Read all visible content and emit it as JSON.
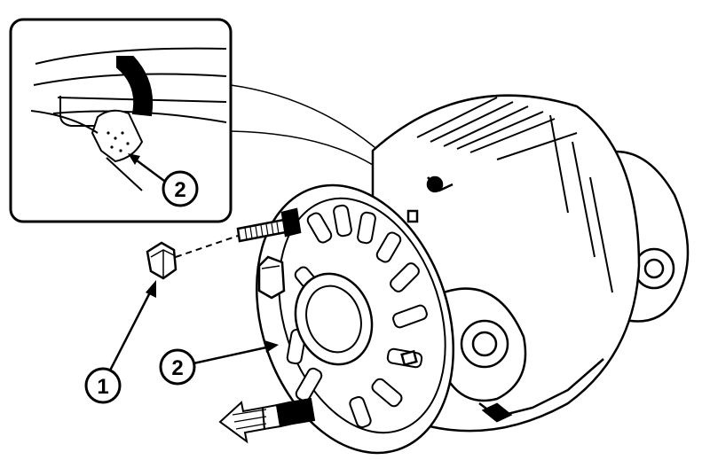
{
  "figure": {
    "parts": [
      {
        "number": "1",
        "component": "nut"
      },
      {
        "number": "2",
        "component": "terminal-cover"
      }
    ],
    "detail_inset": {
      "callout": "2"
    },
    "callouts": {
      "main_1": "1",
      "main_2": "2",
      "inset_2": "2"
    },
    "colors": {
      "ink": "#000000",
      "paper": "#ffffff"
    }
  }
}
